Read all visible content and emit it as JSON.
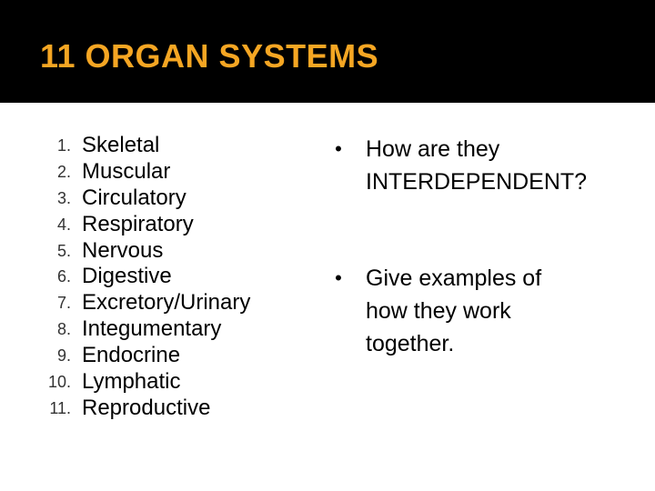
{
  "slide": {
    "title": "11 ORGAN SYSTEMS",
    "colors": {
      "title_bar": "#000000",
      "title_text": "#f5a623",
      "background": "#ffffff"
    }
  },
  "organ_systems": [
    {
      "num": "1.",
      "name": "Skeletal"
    },
    {
      "num": "2.",
      "name": "Muscular"
    },
    {
      "num": "3.",
      "name": "Circulatory"
    },
    {
      "num": "4.",
      "name": "Respiratory"
    },
    {
      "num": "5.",
      "name": "Nervous"
    },
    {
      "num": "6.",
      "name": "Digestive"
    },
    {
      "num": "7.",
      "name": "Excretory/Urinary"
    },
    {
      "num": "8.",
      "name": "Integumentary"
    },
    {
      "num": "9.",
      "name": "Endocrine"
    },
    {
      "num": "10.",
      "name": "Lymphatic"
    },
    {
      "num": "11.",
      "name": "Reproductive"
    }
  ],
  "questions": [
    {
      "bullet": "•",
      "line1": "How are they",
      "line2": "INTERDEPENDENT?"
    },
    {
      "bullet": "•",
      "line1": "Give examples of",
      "line2": "how they work",
      "line3": "together."
    }
  ]
}
